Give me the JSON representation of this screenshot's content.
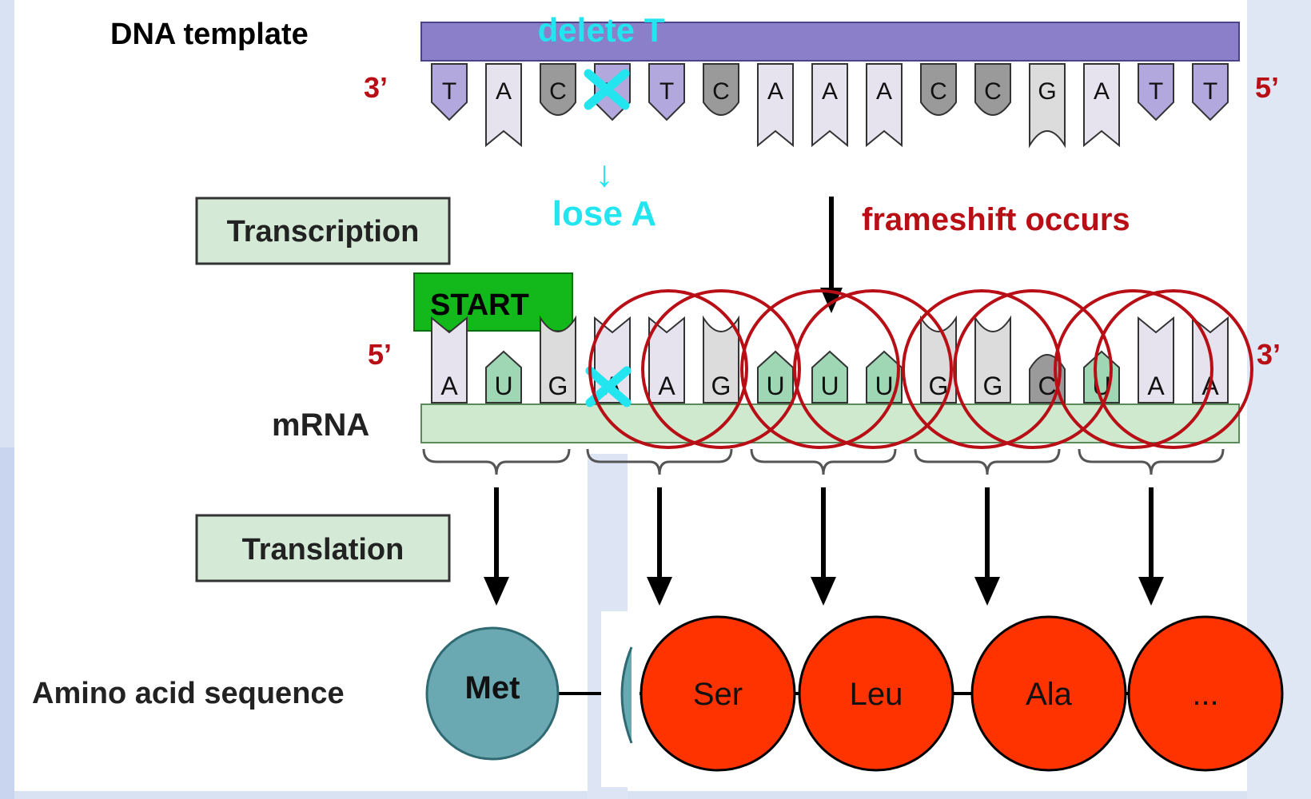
{
  "labels": {
    "dna_template": "DNA template",
    "delete_note": "delete T",
    "lose_note": "lose A",
    "down_arrow": "↓",
    "transcription": "Transcription",
    "frameshift": "frameshift occurs",
    "start": "START",
    "mrna": "mRNA",
    "translation": "Translation",
    "amino_acid_sequence": "Amino acid sequence",
    "dna_left_end": "3’",
    "dna_right_end": "5’",
    "mrna_left_end": "5’",
    "mrna_right_end": "3’"
  },
  "dna_bases": [
    "T",
    "A",
    "C",
    "T",
    "T",
    "C",
    "A",
    "A",
    "A",
    "C",
    "C",
    "G",
    "A",
    "T",
    "T"
  ],
  "mrna_bases": [
    "A",
    "U",
    "G",
    "A",
    "A",
    "G",
    "U",
    "U",
    "U",
    "G",
    "G",
    "C",
    "U",
    "A",
    "A"
  ],
  "deleted_index": 3,
  "amino_acids": [
    {
      "label": "Met",
      "color": "#6aa9b2",
      "style": "original"
    },
    {
      "label": "",
      "color": "#6aa9b2",
      "style": "hidden"
    },
    {
      "label": "Ser",
      "color": "#ff3300",
      "style": "mutant"
    },
    {
      "label": "Leu",
      "color": "#ff3300",
      "style": "mutant"
    },
    {
      "label": "Ala",
      "color": "#ff3300",
      "style": "mutant"
    },
    {
      "label": "...",
      "color": "#ff3300",
      "style": "mutant"
    }
  ],
  "colors": {
    "dna_backbone": "#8a7fc8",
    "mrna_backbone": "#cfe9cf",
    "base_T": "#b3a8dd",
    "base_A": "#e6e3ef",
    "base_C": "#9a9a9a",
    "base_G": "#dcdcdc",
    "base_U": "#9fd6b3",
    "deletion_mark": "#22e5f0",
    "frameshift": "#b80e15",
    "start_box": "#13b81b",
    "box_fill": "#d4ead7",
    "end_label": "#b80e15"
  }
}
